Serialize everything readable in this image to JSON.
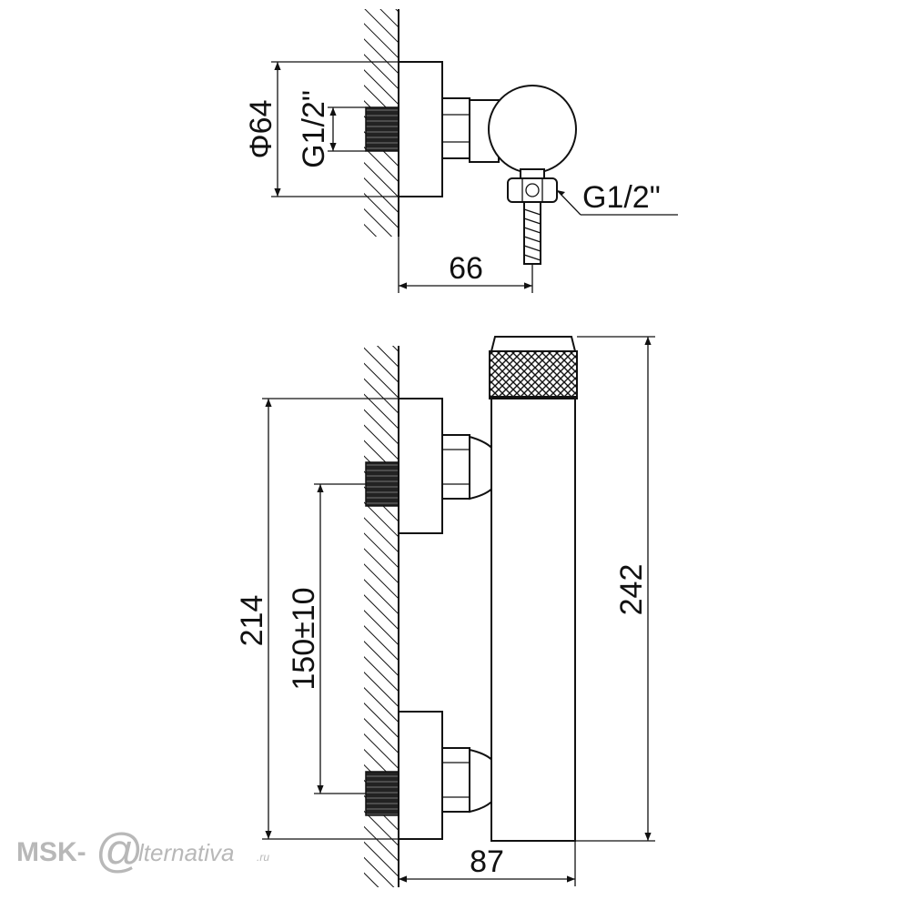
{
  "top_view": {
    "diameter": "Φ64",
    "inlet_thread": "G1/2\"",
    "outlet_thread": "G1/2\"",
    "depth": "66"
  },
  "side_view": {
    "overall_height": "214",
    "inlet_spacing": "150±10",
    "total_length": "242",
    "projection": "87"
  },
  "watermark": {
    "prefix": "MSK-",
    "at": "@",
    "suffix": "lternativa",
    "tld": ".ru"
  }
}
